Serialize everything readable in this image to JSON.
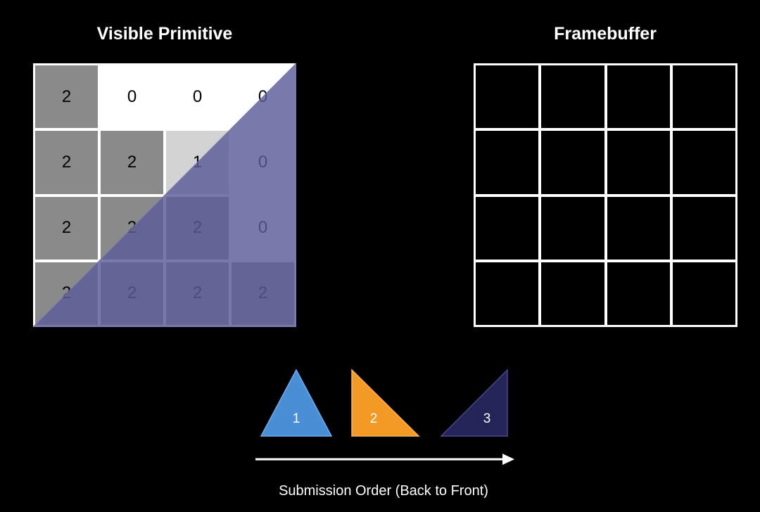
{
  "titles": {
    "left": "Visible Primitive",
    "right": "Framebuffer"
  },
  "visible_primitive": {
    "rows": [
      [
        "2",
        "0",
        "0",
        "0"
      ],
      [
        "2",
        "2",
        "1",
        "0"
      ],
      [
        "2",
        "2",
        "2",
        "0"
      ],
      [
        "2",
        "2",
        "2",
        "2"
      ]
    ],
    "cell_colors": {
      "2": "#8a8a8a",
      "1": "#d3d3d3",
      "0": "#ffffff"
    },
    "overlay_color": "#5c5b9a"
  },
  "framebuffer": {
    "rows": 4,
    "cols": 4,
    "line_color": "#ffffff",
    "fill_color": "#000000"
  },
  "primitives": [
    {
      "label": "1",
      "color": "#4a8fd6",
      "shape": "isosceles"
    },
    {
      "label": "2",
      "color": "#f39a26",
      "shape": "right-angle-left"
    },
    {
      "label": "3",
      "color": "#252458",
      "shape": "right-angle-right"
    }
  ],
  "caption": "Submission Order (Back to Front)"
}
